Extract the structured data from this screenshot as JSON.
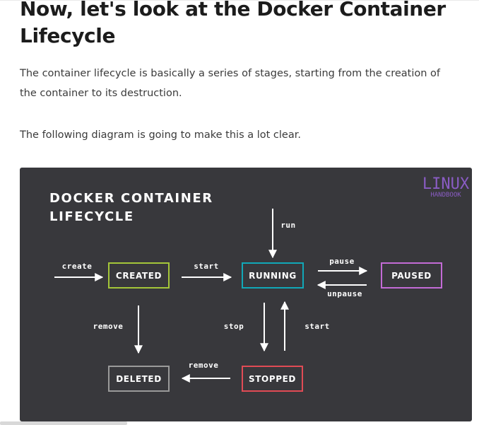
{
  "article": {
    "heading_line1": "Now, let's look at the Docker Container",
    "heading_line2": "Lifecycle",
    "paragraph1_line1": "The container lifecycle is basically a series of stages, starting from the creation of",
    "paragraph1_line2": "the container to its destruction.",
    "paragraph2": "The following diagram is going to make this a lot clear."
  },
  "diagram": {
    "title_line1": "DOCKER CONTAINER",
    "title_line2": "LIFECYCLE",
    "logo_line1": "LINUX",
    "logo_line2": "HANDBOOK",
    "states": {
      "created": {
        "label": "CREATED",
        "color": "#a4c639"
      },
      "running": {
        "label": "RUNNING",
        "color": "#11a8b8"
      },
      "paused": {
        "label": "PAUSED",
        "color": "#c36bd6"
      },
      "deleted": {
        "label": "DELETED",
        "color": "#9a9a9a"
      },
      "stopped": {
        "label": "STOPPED",
        "color": "#e14b55"
      }
    },
    "transitions": {
      "create": "create",
      "start": "start",
      "run": "run",
      "pause": "pause",
      "unpause": "unpause",
      "remove_created": "remove",
      "stop": "stop",
      "start_stopped": "start",
      "remove_stopped": "remove"
    },
    "background_color": "#38383c",
    "logo_color": "#8a5cc4"
  }
}
